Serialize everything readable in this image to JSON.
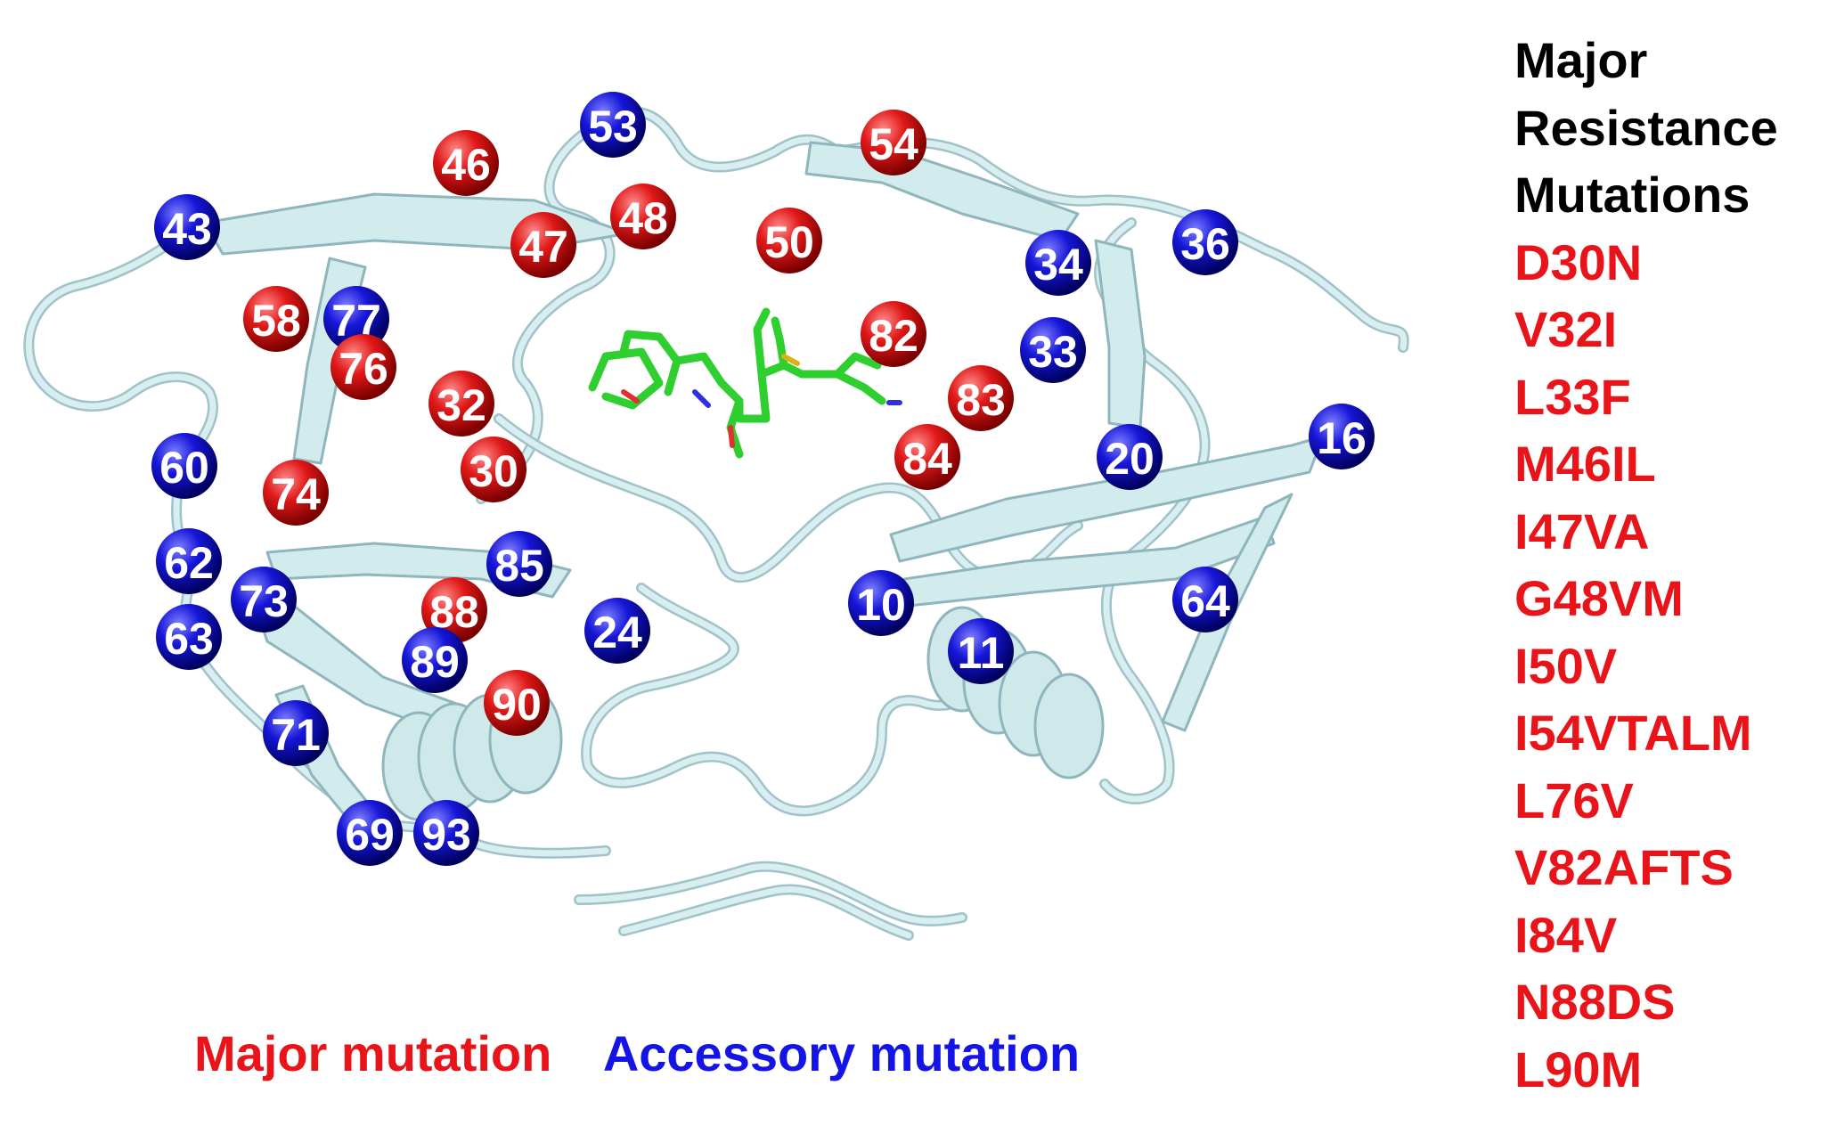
{
  "colors": {
    "major": "#e8141a",
    "accessory": "#1414e6",
    "heading": "#000000",
    "ribbon": "#d9eef0",
    "ligand": "#2fcf2f"
  },
  "side_legend": {
    "heading": [
      "Major",
      "Resistance",
      "Mutations"
    ],
    "mutations": [
      "D30N",
      "V32I",
      "L33F",
      "M46IL",
      "I47VA",
      "G48VM",
      "I50V",
      "I54VTALM",
      "L76V",
      "V82AFTS",
      "I84V",
      "N88DS",
      "L90M"
    ]
  },
  "bottom_legend": {
    "major_label": "Major mutation",
    "accessory_label": "Accessory mutation"
  },
  "residues": [
    {
      "label": "53",
      "type": "accessory"
    },
    {
      "label": "54",
      "type": "major"
    },
    {
      "label": "46",
      "type": "major"
    },
    {
      "label": "43",
      "type": "accessory"
    },
    {
      "label": "48",
      "type": "major"
    },
    {
      "label": "47",
      "type": "major"
    },
    {
      "label": "50",
      "type": "major"
    },
    {
      "label": "34",
      "type": "accessory"
    },
    {
      "label": "36",
      "type": "accessory"
    },
    {
      "label": "58",
      "type": "major"
    },
    {
      "label": "77",
      "type": "accessory"
    },
    {
      "label": "76",
      "type": "major"
    },
    {
      "label": "82",
      "type": "major"
    },
    {
      "label": "33",
      "type": "accessory"
    },
    {
      "label": "32",
      "type": "major"
    },
    {
      "label": "83",
      "type": "major"
    },
    {
      "label": "60",
      "type": "accessory"
    },
    {
      "label": "30",
      "type": "major"
    },
    {
      "label": "84",
      "type": "major"
    },
    {
      "label": "20",
      "type": "accessory"
    },
    {
      "label": "16",
      "type": "accessory"
    },
    {
      "label": "74",
      "type": "major"
    },
    {
      "label": "62",
      "type": "accessory"
    },
    {
      "label": "85",
      "type": "accessory"
    },
    {
      "label": "73",
      "type": "accessory"
    },
    {
      "label": "88",
      "type": "major"
    },
    {
      "label": "64",
      "type": "accessory"
    },
    {
      "label": "10",
      "type": "accessory"
    },
    {
      "label": "24",
      "type": "accessory"
    },
    {
      "label": "63",
      "type": "accessory"
    },
    {
      "label": "11",
      "type": "accessory"
    },
    {
      "label": "89",
      "type": "accessory"
    },
    {
      "label": "90",
      "type": "major"
    },
    {
      "label": "71",
      "type": "accessory"
    },
    {
      "label": "69",
      "type": "accessory"
    },
    {
      "label": "93",
      "type": "accessory"
    }
  ]
}
